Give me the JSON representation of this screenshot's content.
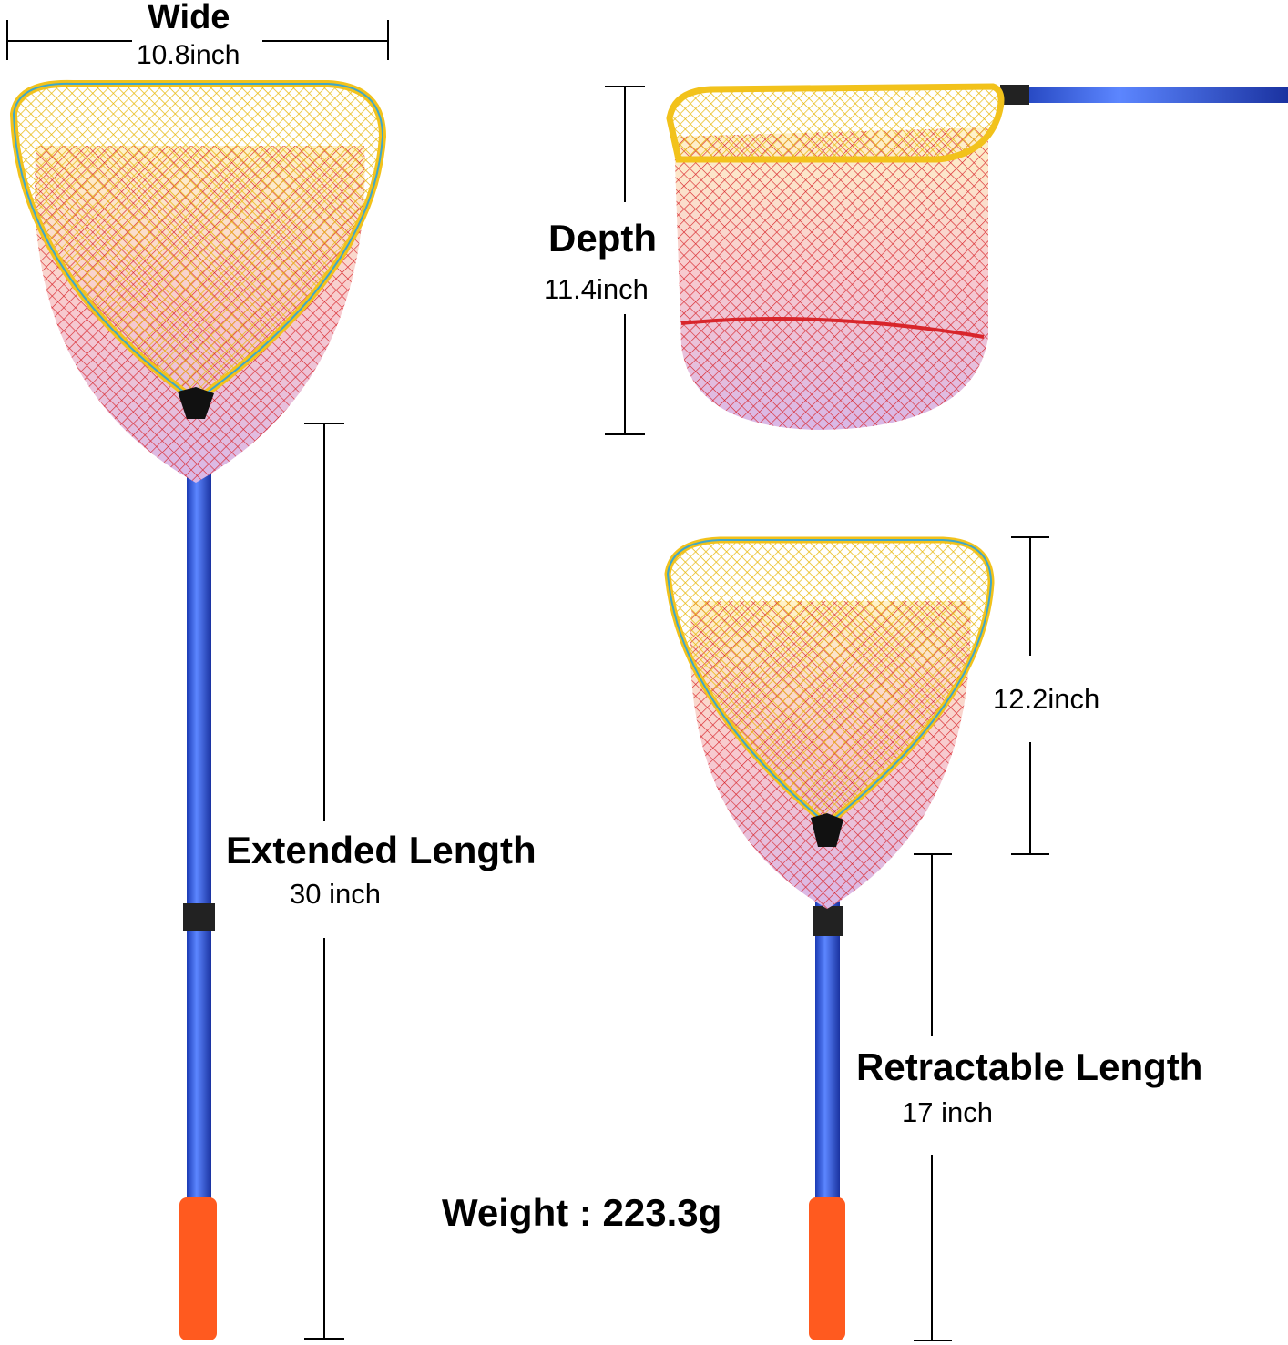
{
  "labels": {
    "wide_title": "Wide",
    "wide_value": "10.8inch",
    "depth_title": "Depth",
    "depth_value": "11.4inch",
    "head_height_value": "12.2inch",
    "extended_title": "Extended Length",
    "extended_value": "30 inch",
    "retractable_title": "Retractable Length",
    "retractable_value": "17 inch",
    "weight": "Weight : 223.3g"
  },
  "colors": {
    "rim": "#f2c21b",
    "mesh": "#d8252b",
    "pole": "#2a4fd6",
    "grip": "#ff5a1f"
  }
}
